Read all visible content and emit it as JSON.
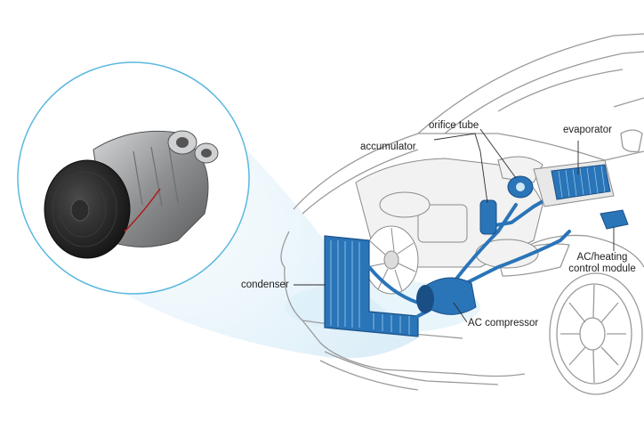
{
  "labels": {
    "orifice_tube": "orifice tube",
    "evaporator": "evaporator",
    "accumulator": "accumulator",
    "condenser": "condenser",
    "ac_compressor": "AC compressor",
    "control_module_line1": "AC/heating",
    "control_module_line2": "control module"
  },
  "colors": {
    "component_blue": "#2a74b8",
    "component_blue_dark": "#1a4f86",
    "callout_border": "#5bb8df",
    "car_outline": "#9a9a9a",
    "compressor_body": "#8d8f91",
    "pulley": "#1e1e1e"
  },
  "icons": {
    "callout": "compressor-photo",
    "vehicle": "car-cutaway"
  }
}
